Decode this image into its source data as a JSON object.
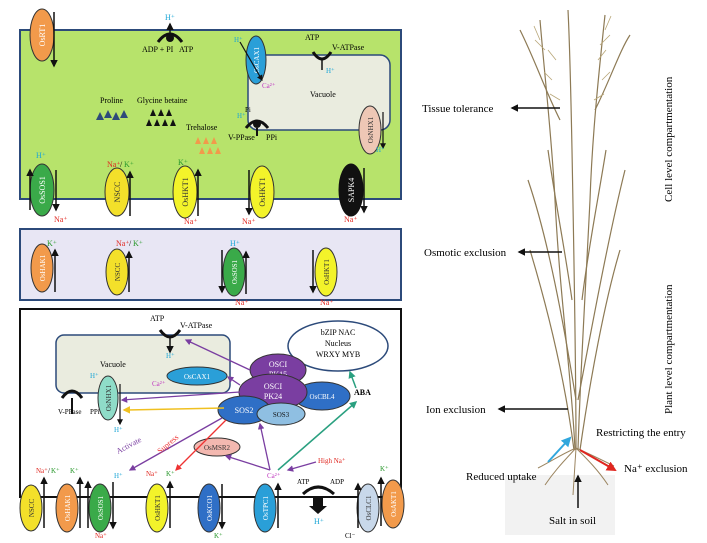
{
  "panel_top": {
    "transporters": {
      "osrt1": "OsRT1",
      "oscax1": "OsCAX1",
      "osnhx1": "OsNHX1",
      "ossos1": "OsSOS1",
      "nscc": "NSCC",
      "oshkt1a": "OsHKT1",
      "oshkt1b": "OsHKT1",
      "sapk4": "SAPK4"
    },
    "labels": {
      "h_top": "H⁺",
      "adp_pi": "ADP + PI",
      "atp": "ATP",
      "atp_v": "ATP",
      "vatpase": "V-ATPase",
      "vacuole": "Vacuole",
      "ca": "Ca²⁺",
      "h_vac": "H⁺",
      "h_vac2": "H⁺",
      "proline": "Proline",
      "glycine": "Glycine betaine",
      "trehalose": "Trehalose",
      "vppase": "V-PPase",
      "ppi": "PPi",
      "pi": "Pi",
      "h_nhx": "H⁺",
      "h_sos": "H⁺",
      "na_sos": "Na⁺",
      "na_nscc": "Na⁺",
      "slash": "/",
      "k_nscc": "K⁺",
      "k_hkt": "K⁺",
      "na_hkt": "Na⁺",
      "na_hkt2": "Na⁺",
      "na_sapk": "Na⁺"
    }
  },
  "panel_mid": {
    "transporters": {
      "oshak1": "OsHAK1",
      "nscc": "NSCC",
      "ossos1": "OsSOS1",
      "oshkt1": "OsHKT1"
    },
    "labels": {
      "k1": "K⁺",
      "na1": "Na⁺",
      "slash": "/",
      "k2": "K⁺",
      "h1": "H⁺",
      "na2": "Na⁺",
      "na3": "Na⁺"
    }
  },
  "panel_bottom": {
    "labels": {
      "atp": "ATP",
      "vatpase": "V-ATPase",
      "h_v": "H⁺",
      "vacuole": "Vacuole",
      "h_vac": "H⁺",
      "ca": "Ca²⁺",
      "vppase": "V-PPase",
      "ppi": "PPi",
      "h_nhx": "H⁺",
      "activate": "Activate",
      "supress": "Supress",
      "high_na": "High Na⁺",
      "ca2": "Ca²⁺",
      "abA": "ABA",
      "atp2": "ATP",
      "adp": "ADP",
      "h_tpc": "H⁺",
      "na_l": "Na⁺",
      "slash": "/",
      "k_l": "K⁺",
      "k_hak": "K⁺",
      "k_hkt": "K⁺",
      "na_hkt": "Na⁺",
      "na_sos": "Na⁺",
      "h_sos": "H⁺",
      "k_co1": "K⁺",
      "k_akt": "K⁺",
      "cl": "Cl⁻"
    },
    "nucleus": {
      "line1": "bZIP  NAC",
      "line2": "Nucleus",
      "line3": "WRXY  MYB"
    },
    "signaling": {
      "oscipk15a": "OSCI",
      "oscipk15b": "PK15",
      "oscipk24a": "OSCI",
      "oscipk24b": "PK24",
      "oscbl4": "OsCBL4",
      "sos2": "SOS2",
      "sos3": "SOS3",
      "oscax1": "OsCAX1",
      "osmsr2": "OsMSR2",
      "osnhx1": "OsNHX1"
    },
    "transporters": {
      "nscc": "NSCC",
      "oshak1": "OsHAK1",
      "ossos1": "OsSOS1",
      "oshkt1": "OsHKT1",
      "oskco1": "OsKCO1",
      "ostpc1": "OsTPC1",
      "osclc1": "OsCLC1",
      "osakt1": "OsAKT1"
    }
  },
  "plant": {
    "tissue_tolerance": "Tissue tolerance",
    "osmotic_exclusion": "Osmotic exclusion",
    "ion_exclusion": "Ion exclusion",
    "restricting": "Restricting the entry",
    "reduced_uptake": "Reduced uptake",
    "na_exclusion": "Na⁺ exclusion",
    "salt_in_soil": "Salt in soil",
    "cell_level": "Cell level compartmentation",
    "plant_level": "Plant level compartmentation"
  },
  "colors": {
    "cell_green": "#b7e36b",
    "cell_lavender": "#e8e6f4",
    "vacuole": "#eaecdf",
    "orange": "#f29a4b",
    "blue": "#2a9fd8",
    "pink": "#eec7b5",
    "green": "#3aaa49",
    "yellow": "#f3f32a",
    "purple": "#7a3ea1",
    "royal": "#2f6fc6",
    "light_blue": "#8fbfe2"
  }
}
